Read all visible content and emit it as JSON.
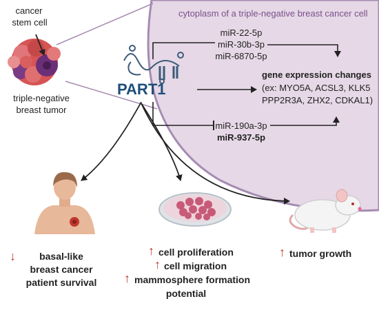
{
  "cell": {
    "title": "cytoplasm of a triple-negative breast cancer cell",
    "fill_color": "#e6d8e6",
    "border_color": "#a58bb2"
  },
  "tumor": {
    "stem_label_1": "cancer",
    "stem_label_2": "stem cell",
    "tumor_label_1": "triple-negative",
    "tumor_label_2": "breast tumor"
  },
  "lncrna": {
    "name": "PART1",
    "color": "#1f4e7a"
  },
  "mirna_up": [
    "miR-22-5p",
    "miR-30b-3p",
    "miR-6870-5p"
  ],
  "mirna_down": [
    "miR-190a-3p",
    "miR-937-5p"
  ],
  "gene_changes": {
    "title": "gene expression changes",
    "line1": "(ex: MYO5A, ACSL3, KLK5",
    "line2": "PPP2R3A, ZHX2, CDKAL1)"
  },
  "outcomes": {
    "patient": [
      "basal-like",
      "breast cancer",
      "patient survival"
    ],
    "cell": [
      "cell proliferation",
      "cell migration",
      "mammosphere formation",
      "potential"
    ],
    "mouse": [
      "tumor growth"
    ]
  },
  "colors": {
    "arrow_red": "#c0392b",
    "dish": "#c85a78"
  }
}
